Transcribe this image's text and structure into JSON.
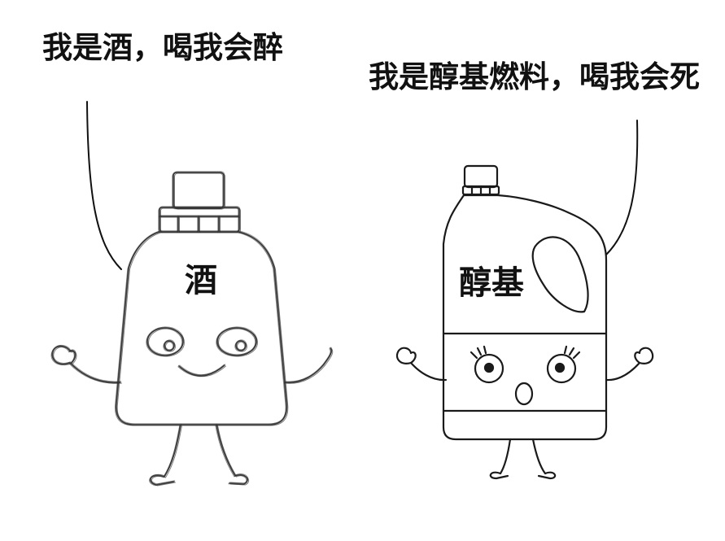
{
  "speech": {
    "alcohol_bottle": "我是酒，喝我会醉",
    "methanol_bottle": "我是醇基燃料，喝我会死"
  },
  "labels": {
    "alcohol_bottle": "酒",
    "methanol_bottle": "醇基"
  },
  "colors": {
    "ink": "#1a1a1a",
    "background": "#ffffff"
  }
}
